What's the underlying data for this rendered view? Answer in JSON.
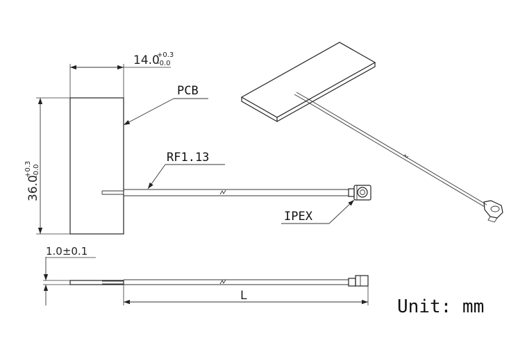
{
  "dimensions": {
    "width": {
      "main": "14.0",
      "sup": "+0.3",
      "sub": "-0.0"
    },
    "height": {
      "main": "36.0",
      "sup": "+0.3",
      "sub": "-0.0"
    },
    "thickness": "1.0±0.1",
    "length": "L"
  },
  "labels": {
    "pcb": "PCB",
    "cable": "RF1.13",
    "connector": "IPEX"
  },
  "unit": "Unit: mm"
}
